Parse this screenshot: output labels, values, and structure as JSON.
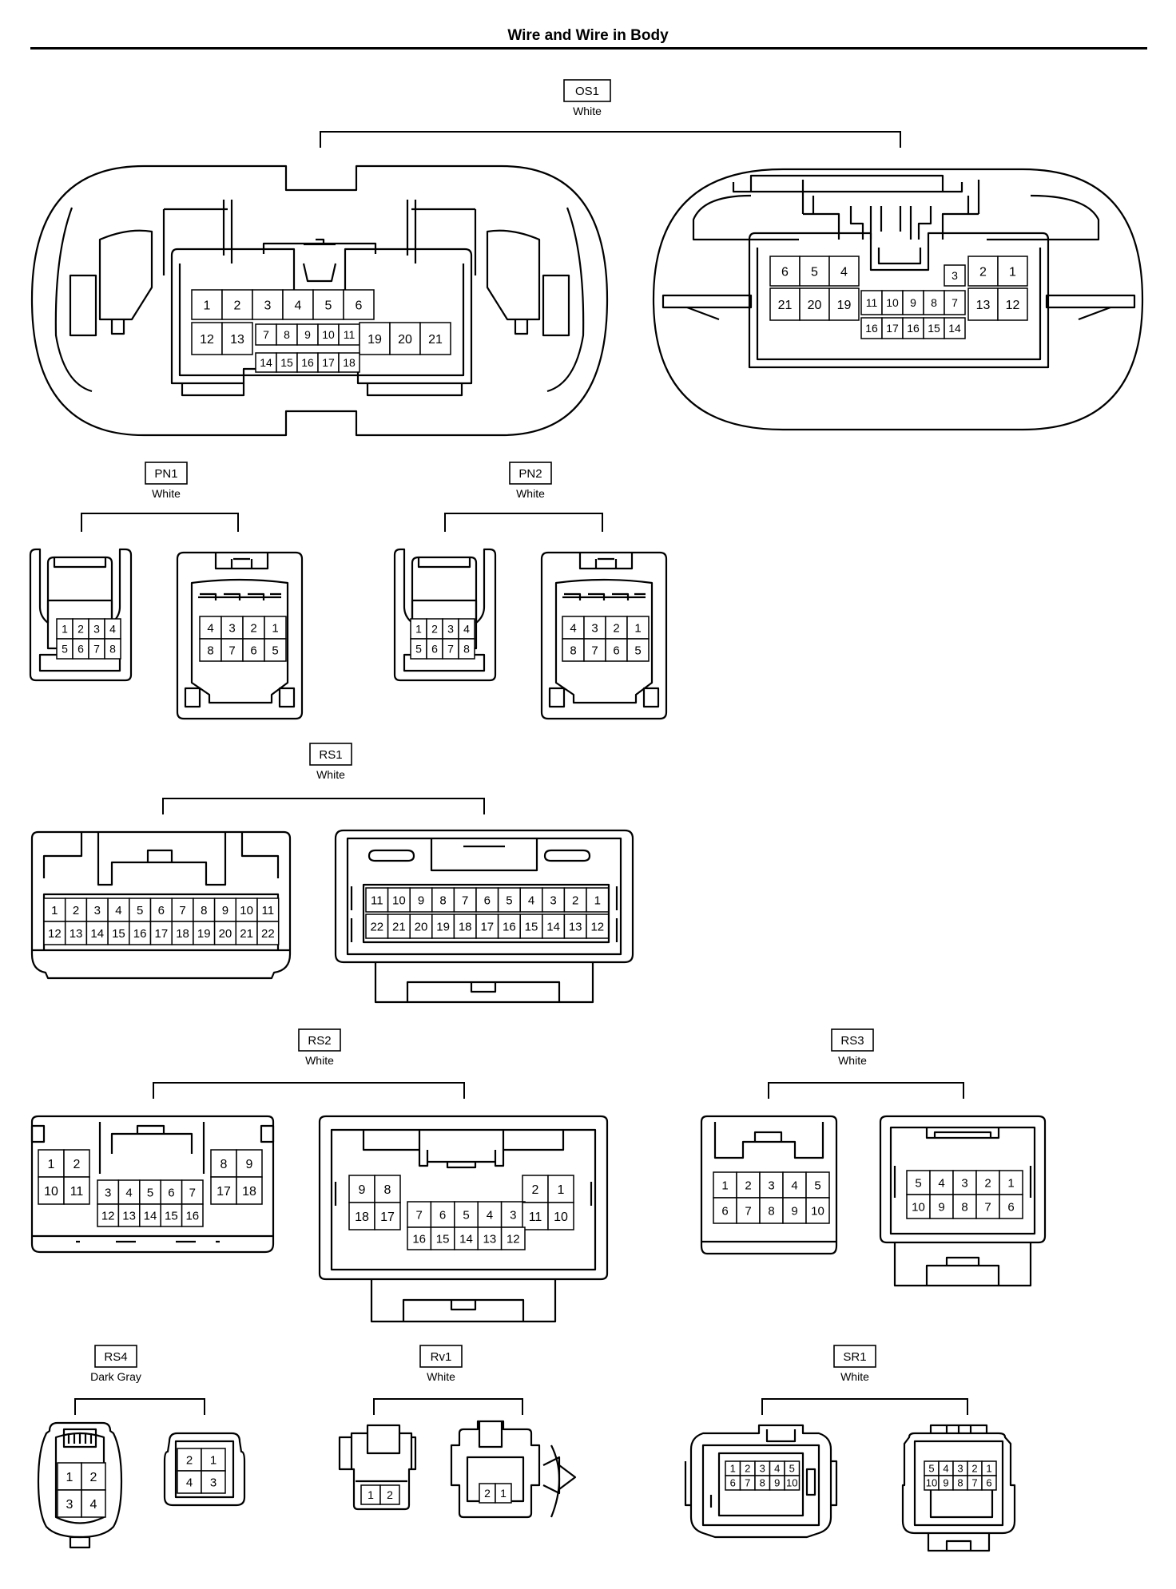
{
  "page": {
    "title": "Wire and Wire in Body"
  },
  "connectors": [
    {
      "id": "OS1",
      "color": "White",
      "left": {
        "rows": [
          [
            "1",
            "2",
            "3",
            "4",
            "5",
            "6"
          ],
          [
            "12",
            "13",
            "7",
            "8",
            "9",
            "10",
            "11",
            "19",
            "20",
            "21"
          ],
          [
            "14",
            "15",
            "16",
            "17",
            "18"
          ]
        ]
      },
      "right": {
        "rows": [
          [
            "6",
            "5",
            "4",
            "3",
            "2",
            "1"
          ],
          [
            "21",
            "20",
            "19",
            "11",
            "10",
            "9",
            "8",
            "7",
            "13",
            "12"
          ],
          [
            "16",
            "17",
            "16",
            "15",
            "14"
          ]
        ]
      }
    },
    {
      "id": "PN1",
      "color": "White",
      "left": {
        "rows": [
          [
            "1",
            "2",
            "3",
            "4"
          ],
          [
            "5",
            "6",
            "7",
            "8"
          ]
        ]
      },
      "right": {
        "rows": [
          [
            "4",
            "3",
            "2",
            "1"
          ],
          [
            "8",
            "7",
            "6",
            "5"
          ]
        ]
      }
    },
    {
      "id": "PN2",
      "color": "White",
      "left": {
        "rows": [
          [
            "1",
            "2",
            "3",
            "4"
          ],
          [
            "5",
            "6",
            "7",
            "8"
          ]
        ]
      },
      "right": {
        "rows": [
          [
            "4",
            "3",
            "2",
            "1"
          ],
          [
            "8",
            "7",
            "6",
            "5"
          ]
        ]
      }
    },
    {
      "id": "RS1",
      "color": "White",
      "left": {
        "rows": [
          [
            "1",
            "2",
            "3",
            "4",
            "5",
            "6",
            "7",
            "8",
            "9",
            "10",
            "11"
          ],
          [
            "12",
            "13",
            "14",
            "15",
            "16",
            "17",
            "18",
            "19",
            "20",
            "21",
            "22"
          ]
        ]
      },
      "right": {
        "rows": [
          [
            "11",
            "10",
            "9",
            "8",
            "7",
            "6",
            "5",
            "4",
            "3",
            "2",
            "1"
          ],
          [
            "22",
            "21",
            "20",
            "19",
            "18",
            "17",
            "16",
            "15",
            "14",
            "13",
            "12"
          ]
        ]
      }
    },
    {
      "id": "RS2",
      "color": "White",
      "left": {
        "rows": [
          [
            "1",
            "2",
            "8",
            "9"
          ],
          [
            "10",
            "11",
            "3",
            "4",
            "5",
            "6",
            "7",
            "17",
            "18"
          ],
          [
            "12",
            "13",
            "14",
            "15",
            "16"
          ]
        ]
      },
      "right": {
        "rows": [
          [
            "9",
            "8",
            "2",
            "1"
          ],
          [
            "18",
            "17",
            "7",
            "6",
            "5",
            "4",
            "3",
            "11",
            "10"
          ],
          [
            "16",
            "15",
            "14",
            "13",
            "12"
          ]
        ]
      }
    },
    {
      "id": "RS3",
      "color": "White",
      "left": {
        "rows": [
          [
            "1",
            "2",
            "3",
            "4",
            "5"
          ],
          [
            "6",
            "7",
            "8",
            "9",
            "10"
          ]
        ]
      },
      "right": {
        "rows": [
          [
            "5",
            "4",
            "3",
            "2",
            "1"
          ],
          [
            "10",
            "9",
            "8",
            "7",
            "6"
          ]
        ]
      }
    },
    {
      "id": "RS4",
      "color": "Dark Gray",
      "left": {
        "rows": [
          [
            "1",
            "2"
          ],
          [
            "3",
            "4"
          ]
        ]
      },
      "right": {
        "rows": [
          [
            "2",
            "1"
          ],
          [
            "4",
            "3"
          ]
        ]
      }
    },
    {
      "id": "Rv1",
      "color": "White",
      "left": {
        "rows": [
          [
            "1",
            "2"
          ]
        ]
      },
      "right": {
        "rows": [
          [
            "2",
            "1"
          ]
        ]
      }
    },
    {
      "id": "SR1",
      "color": "White",
      "left": {
        "rows": [
          [
            "1",
            "2",
            "3",
            "4",
            "5"
          ],
          [
            "6",
            "7",
            "8",
            "9",
            "10"
          ]
        ]
      },
      "right": {
        "rows": [
          [
            "5",
            "4",
            "3",
            "2",
            "1"
          ],
          [
            "10",
            "9",
            "8",
            "7",
            "6"
          ]
        ]
      }
    }
  ]
}
